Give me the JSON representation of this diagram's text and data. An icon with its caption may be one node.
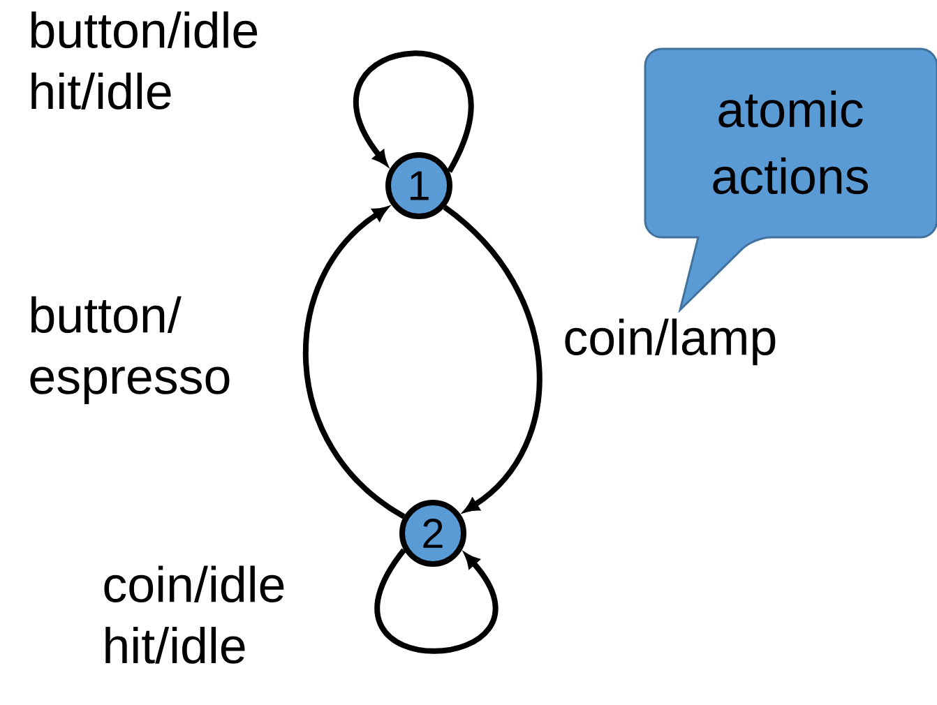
{
  "diagram": {
    "nodes": [
      {
        "text": [
          "1"
        ]
      },
      {
        "text": [
          "2"
        ]
      },
      {
        "text": [
          "atomic actions"
        ]
      }
    ],
    "edges": [
      {
        "from": 0,
        "to": 0,
        "arrow": "to",
        "label": "button/idle hit/idle"
      },
      {
        "from": 0,
        "to": 1,
        "arrow": "to",
        "label": "coin/lamp"
      },
      {
        "from": 1,
        "to": 0,
        "arrow": "to",
        "label": "button/ espresso"
      },
      {
        "from": 1,
        "to": 1,
        "arrow": "to",
        "label": "coin/idle hit/idle"
      }
    ]
  }
}
